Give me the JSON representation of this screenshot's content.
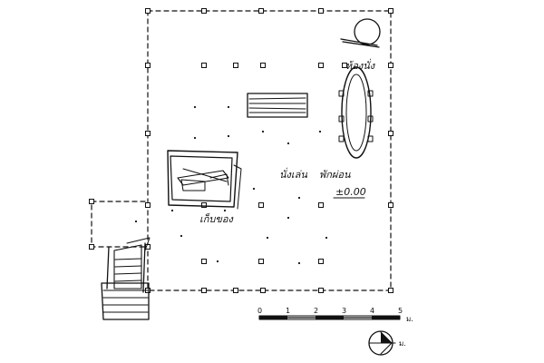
{
  "labels": {
    "table_area": "ห้องนั่ง",
    "lounge_left": "นั่งเล่น",
    "lounge_right": "พักผ่อน",
    "level": "±0.00",
    "storage": "เก็บของ"
  },
  "scale_bar": {
    "ticks": [
      "0",
      "1",
      "2",
      "3",
      "4",
      "5"
    ],
    "unit": "ม."
  },
  "north": {
    "unit": "ม."
  },
  "colors": {
    "ink": "#111111",
    "paper": "#ffffff"
  }
}
